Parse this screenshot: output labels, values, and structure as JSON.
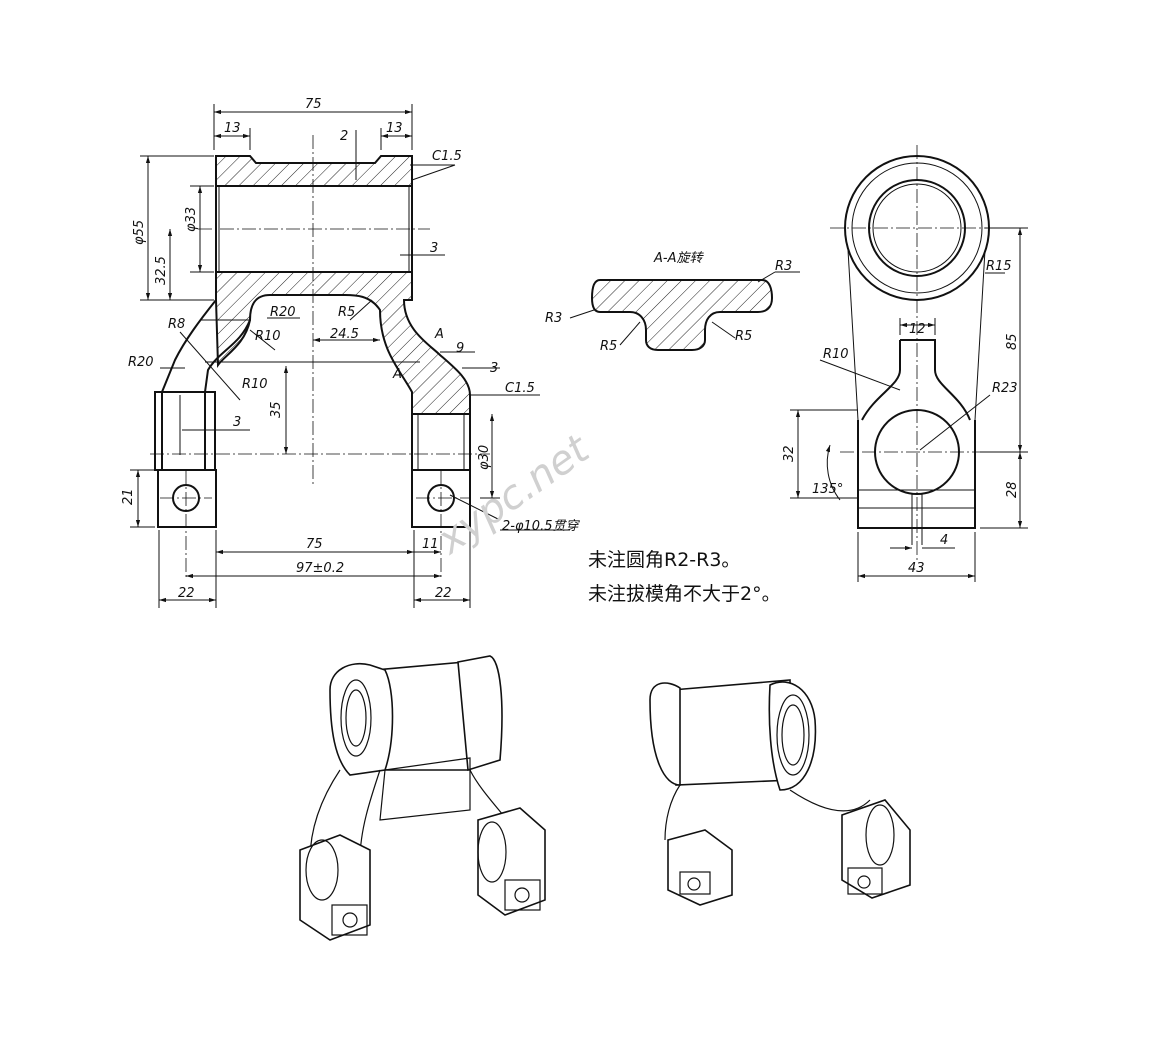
{
  "front_view": {
    "dims": {
      "overall_width": "75",
      "left_flange": "13",
      "right_flange": "13",
      "groove_depth": "2",
      "chamfer_top": "C1.5",
      "outer_dia": "φ55",
      "inner_dia": "φ33",
      "step": "3",
      "half_height": "32.5",
      "r20_upper": "R20",
      "r5": "R5",
      "r8": "R8",
      "r10_upper": "R10",
      "span": "24.5",
      "section_mark_1": "A",
      "section_mark_2": "A",
      "rib_width": "9",
      "rib_step": "3",
      "r20_left": "R20",
      "r10_lower": "R10",
      "chamfer_boss": "C1.5",
      "height_35": "35",
      "wall": "3",
      "boss_dia": "φ30",
      "boss_height": "21",
      "holes": "2-φ10.5贯穿",
      "inner_span": "75",
      "offset_11": "11",
      "hole_pitch": "97±0.2",
      "left_boss": "22",
      "right_boss": "22"
    }
  },
  "section_view": {
    "title": "A-A旋转",
    "r3_right": "R3",
    "r3_left": "R3",
    "r5_left": "R5",
    "r5_right": "R5"
  },
  "side_view": {
    "dims": {
      "r15": "R15",
      "height_85": "85",
      "stem_width": "12",
      "r10": "R10",
      "r23": "R23",
      "height_32": "32",
      "angle": "135°",
      "height_28": "28",
      "slot_width": "4",
      "base_width": "43"
    }
  },
  "notes": {
    "line1": "未注圆角R2-R3。",
    "line2": "未注拔模角不大于2°。"
  },
  "watermark": "xypc.net"
}
